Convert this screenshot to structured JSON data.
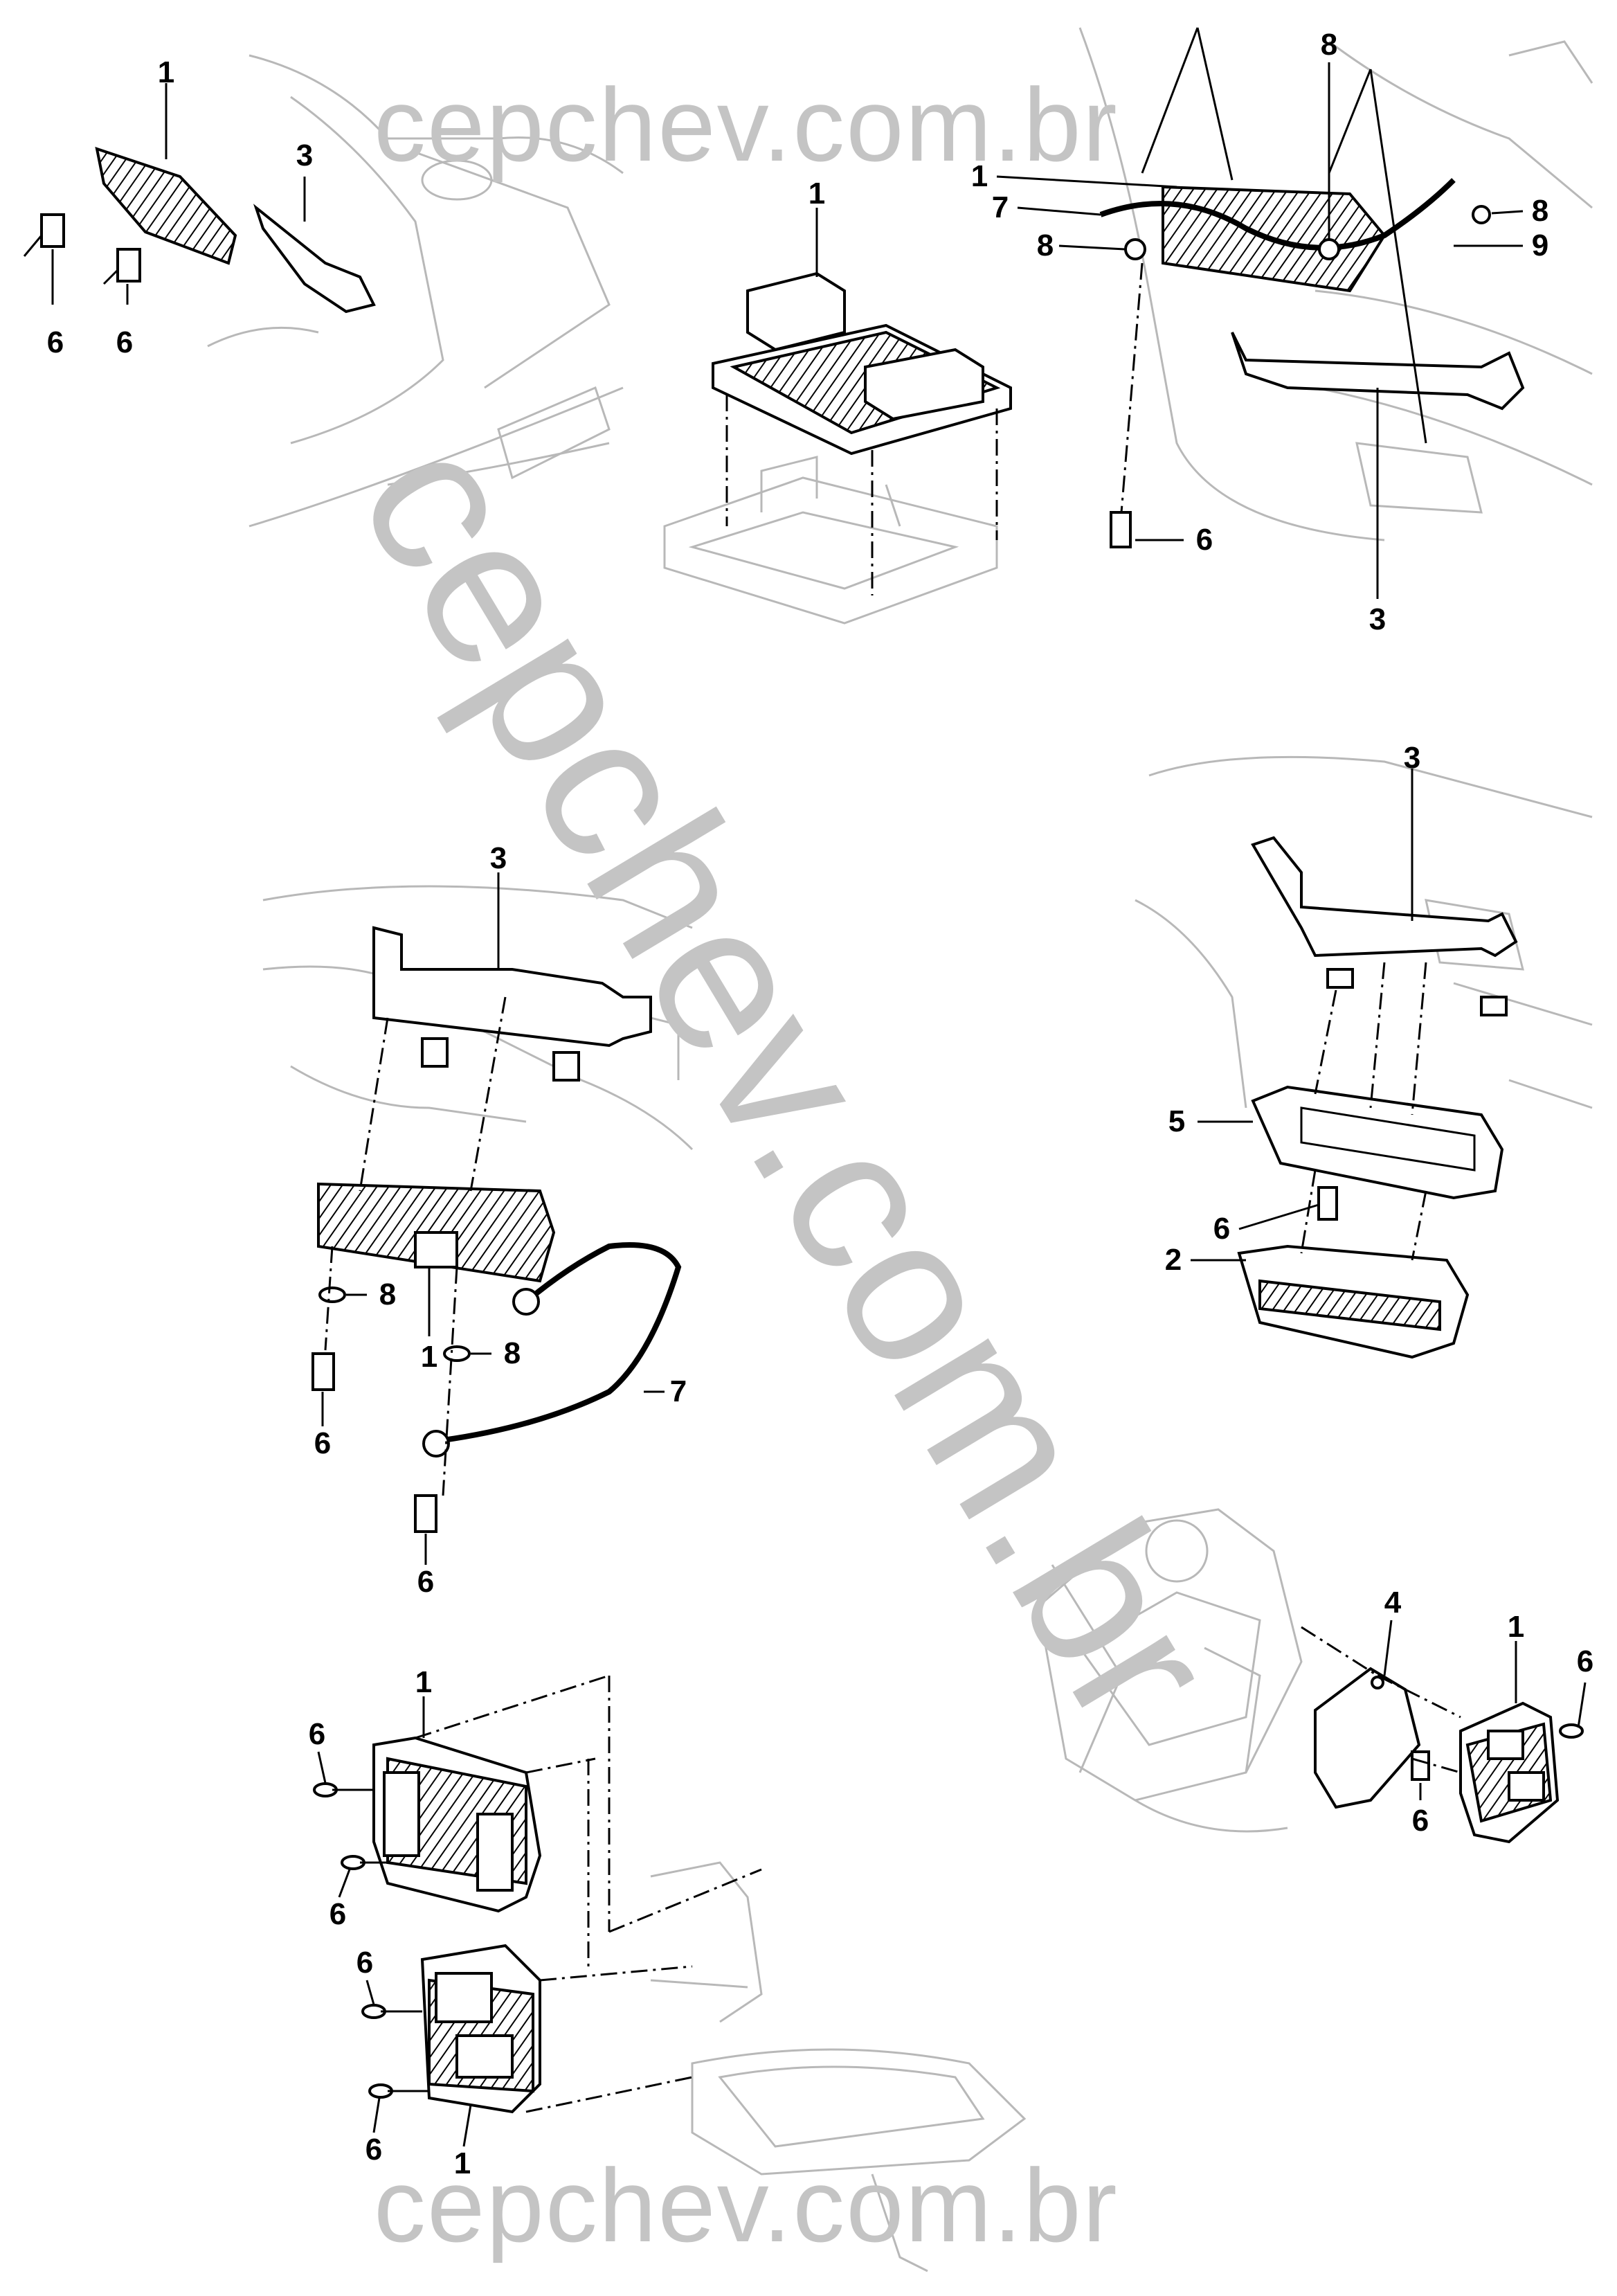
{
  "watermark": {
    "top": "cepchev.com.br",
    "bottom": "cepchev.com.br",
    "diagonal": "cepchev.com.br"
  },
  "callouts": {
    "p1": [
      "1",
      "3",
      "6",
      "6"
    ],
    "p2": [
      "1"
    ],
    "p3": [
      "8",
      "1",
      "7",
      "8",
      "8",
      "9",
      "6",
      "3"
    ],
    "p4": [
      "3",
      "8",
      "1",
      "8",
      "7",
      "6",
      "6"
    ],
    "p5": [
      "3",
      "5",
      "6",
      "2"
    ],
    "p6": [
      "1",
      "6",
      "6",
      "6",
      "6",
      "1"
    ],
    "p7": [
      "4",
      "1",
      "6",
      "6"
    ]
  },
  "colors": {
    "line": "#000000",
    "background_line": "#b8b8b8",
    "watermark": "#c4c4c4"
  }
}
